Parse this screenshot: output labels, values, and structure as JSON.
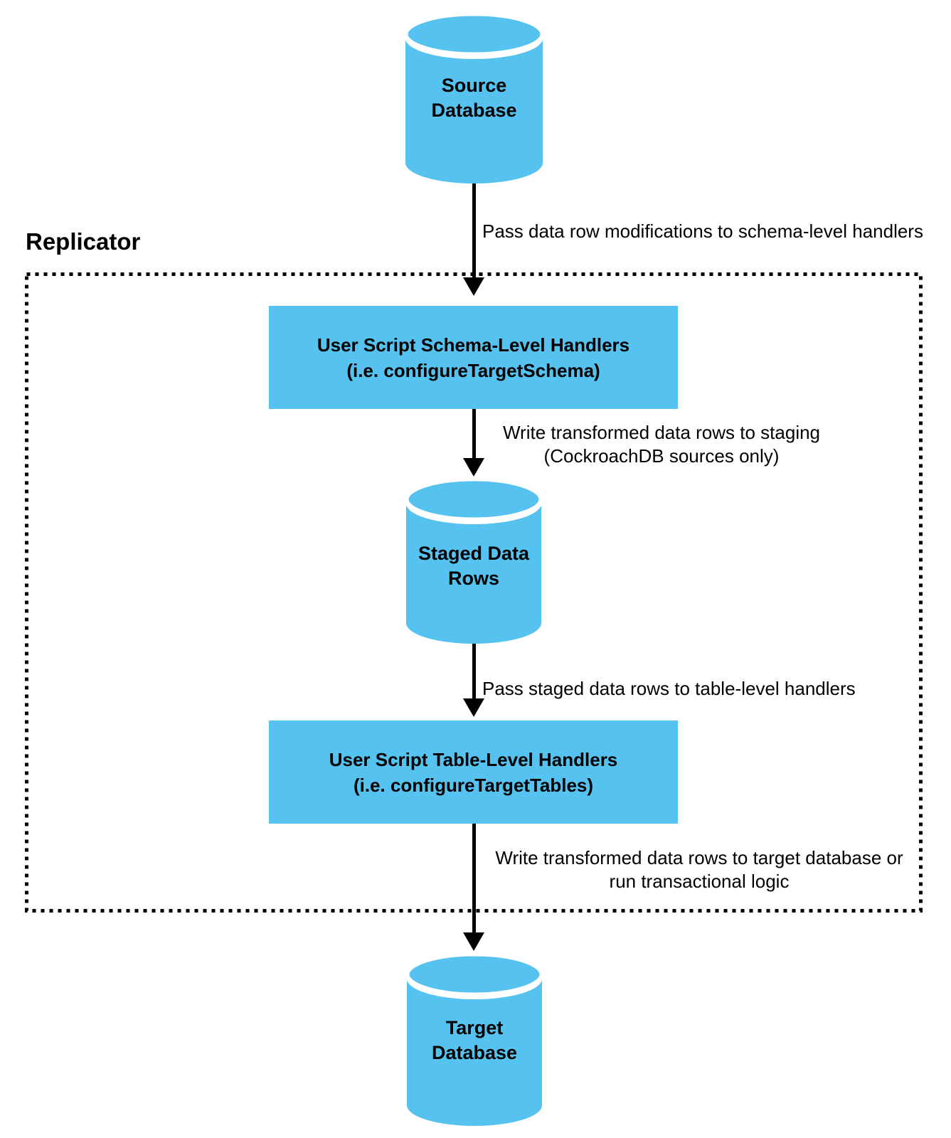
{
  "diagram": {
    "group": {
      "label": "Replicator"
    },
    "colors": {
      "node_fill": "#56C2F0",
      "line": "#000000",
      "background": "#FFFFFF"
    },
    "nodes": [
      {
        "id": "source-database",
        "shape": "cylinder",
        "label_lines": [
          "Source",
          "Database"
        ]
      },
      {
        "id": "schema-level-handlers",
        "shape": "rect",
        "label_lines": [
          "User Script Schema-Level Handlers",
          "(i.e. configureTargetSchema)"
        ]
      },
      {
        "id": "staged-data-rows",
        "shape": "cylinder",
        "label_lines": [
          "Staged Data",
          "Rows"
        ]
      },
      {
        "id": "table-level-handlers",
        "shape": "rect",
        "label_lines": [
          "User Script Table-Level Handlers",
          "(i.e. configureTargetTables)"
        ]
      },
      {
        "id": "target-database",
        "shape": "cylinder",
        "label_lines": [
          "Target",
          "Database"
        ]
      }
    ],
    "edges": [
      {
        "id": "source-to-schema",
        "label_lines": [
          "Pass data row modifications to schema-level handlers"
        ]
      },
      {
        "id": "schema-to-staged",
        "label_lines": [
          "Write transformed data rows to staging",
          "(CockroachDB sources only)"
        ]
      },
      {
        "id": "staged-to-table",
        "label_lines": [
          "Pass staged data rows to table-level handlers"
        ]
      },
      {
        "id": "table-to-target",
        "label_lines": [
          "Write transformed data rows to target database or",
          "run transactional logic"
        ]
      }
    ]
  }
}
